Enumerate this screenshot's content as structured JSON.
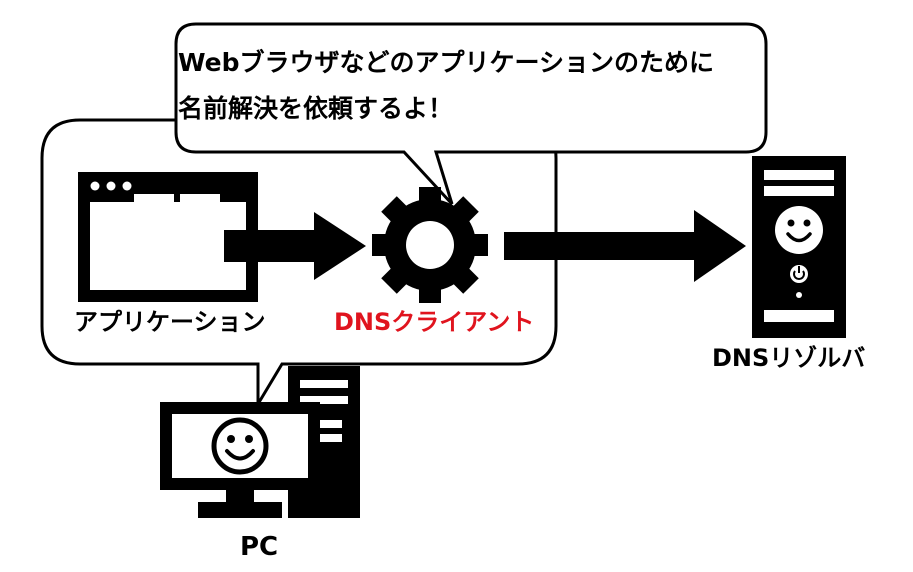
{
  "speech_bubble": {
    "line1": "Webブラウザなどのアプリケーションのために",
    "line2": "名前解決を依頼するよ！"
  },
  "labels": {
    "application": "アプリケーション",
    "dns_client": "DNSクライアント",
    "dns_resolver": "DNSリゾルバ",
    "pc": "PC"
  },
  "colors": {
    "ink": "#000000",
    "background": "#ffffff",
    "accent_red": "#e0141e"
  },
  "icons": {
    "application": "application-window-icon",
    "dns_client": "gear-icon",
    "dns_resolver": "server-tower-icon",
    "pc": "pc-monitor-tower-icon",
    "face": "smiley-face-icon",
    "power": "power-button-icon"
  }
}
